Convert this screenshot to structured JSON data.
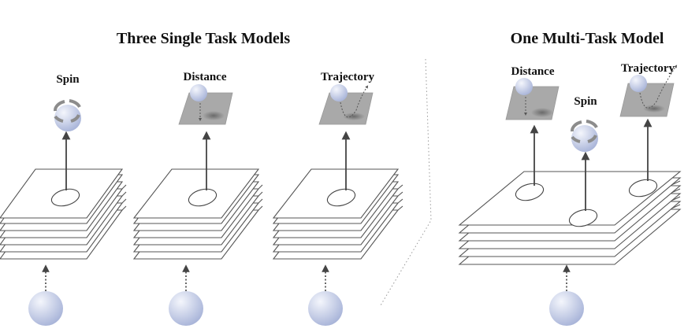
{
  "left_section": {
    "title": "Three Single Task Models",
    "models": [
      {
        "task": "Spin",
        "icon": "spin-icon"
      },
      {
        "task": "Distance",
        "icon": "distance-icon"
      },
      {
        "task": "Trajectory",
        "icon": "trajectory-icon"
      }
    ]
  },
  "right_section": {
    "title": "One Multi-Task Model",
    "heads": [
      {
        "task": "Distance",
        "icon": "distance-icon"
      },
      {
        "task": "Spin",
        "icon": "spin-icon"
      },
      {
        "task": "Trajectory",
        "icon": "trajectory-icon"
      }
    ]
  },
  "colors": {
    "ball_light": "#f4f6fc",
    "ball_dark": "#a7b3d8",
    "plane": "#a9a9a9",
    "spin_arrow": "#8c8c8c"
  }
}
